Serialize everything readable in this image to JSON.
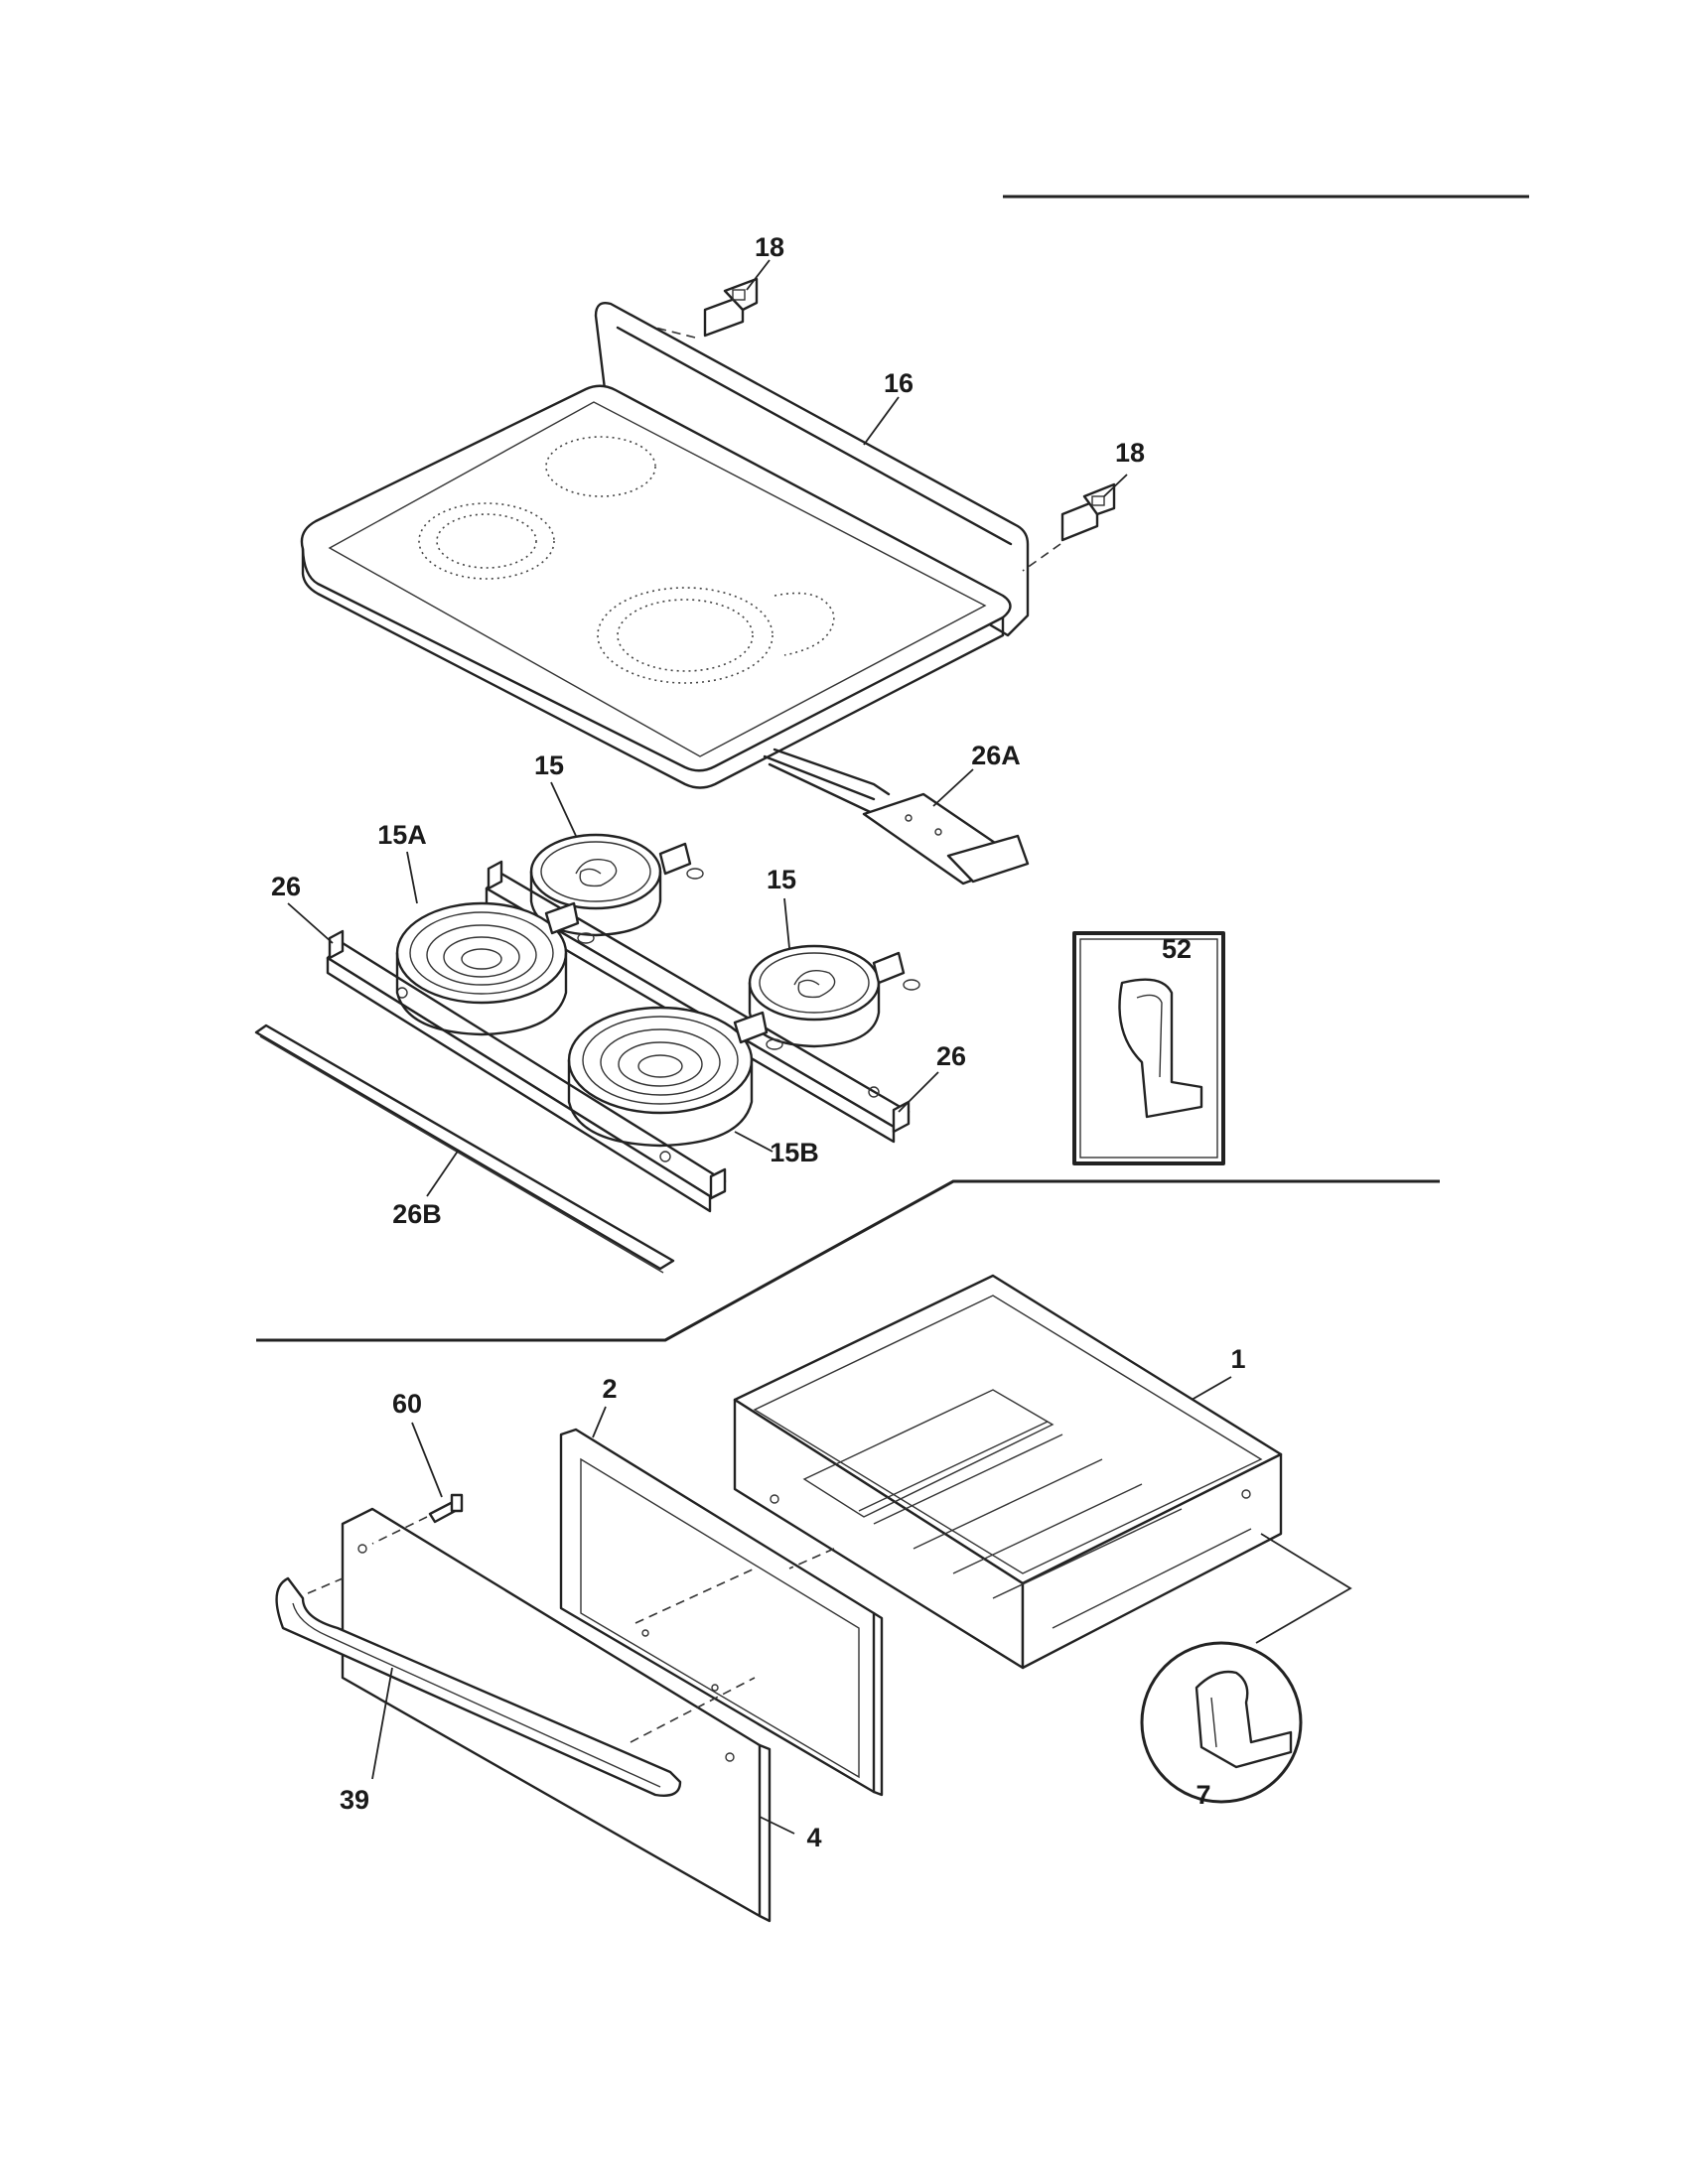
{
  "diagram": {
    "labels": {
      "p18a": "18",
      "p16": "16",
      "p18b": "18",
      "p26A": "26A",
      "p15a": "15",
      "p15A": "15A",
      "p26a": "26",
      "p15b": "15",
      "p52": "52",
      "p26b": "26",
      "p15B": "15B",
      "p26B": "26B",
      "p1": "1",
      "p2": "2",
      "p60": "60",
      "p7": "7",
      "p39": "39",
      "p4": "4"
    }
  }
}
